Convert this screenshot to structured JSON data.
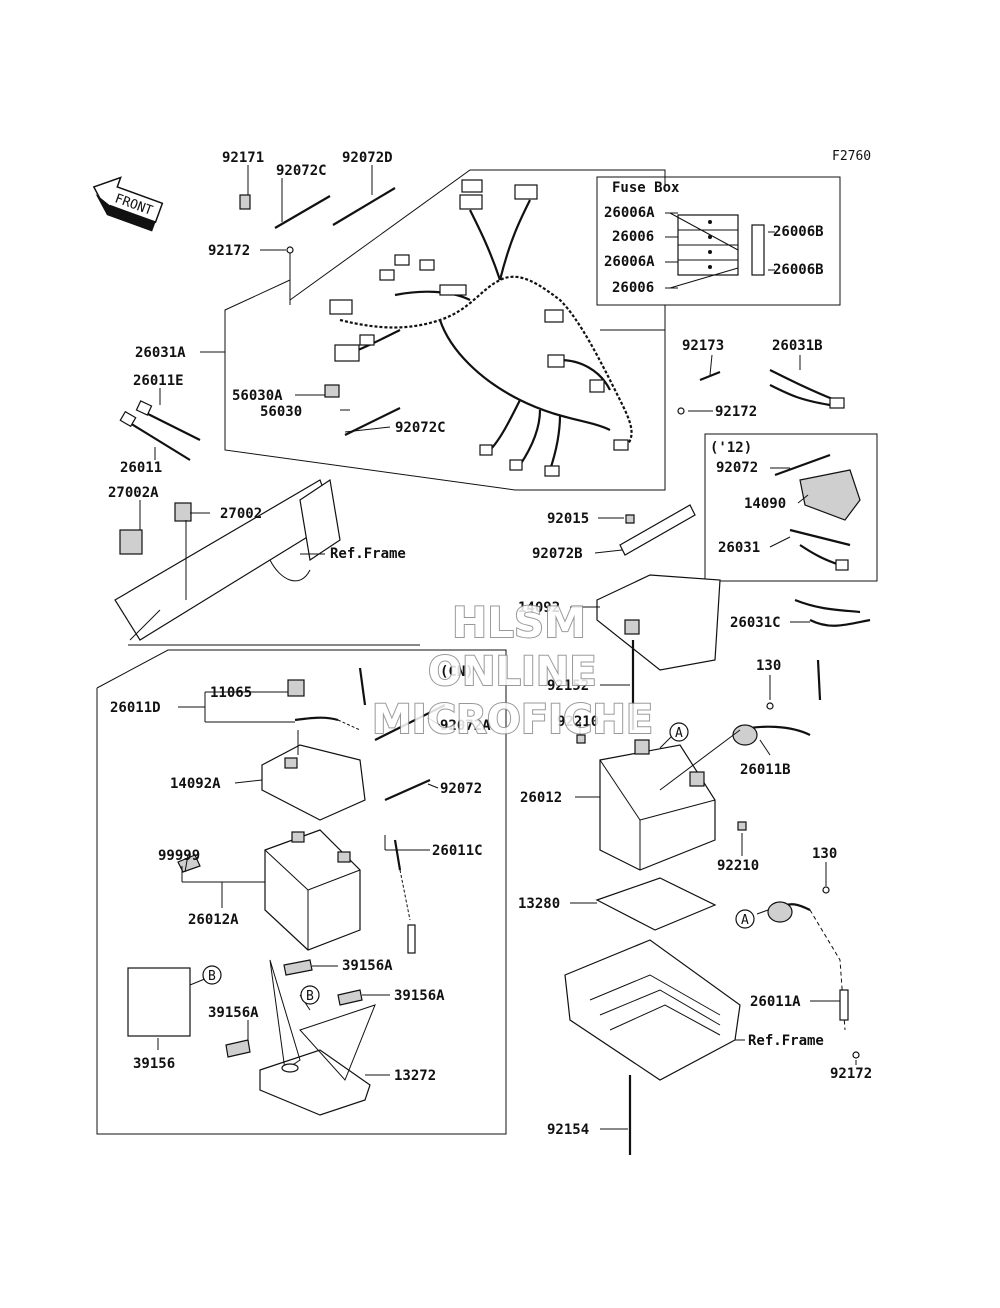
{
  "figure_code": "F2760",
  "direction": "FRONT",
  "fuse_box": {
    "title": "Fuse Box",
    "labels": [
      "26006A",
      "26006",
      "26006A",
      "26006",
      "26006B",
      "26006B"
    ]
  },
  "box_cn": "(CN)",
  "box_12": "('12)",
  "callouts": [
    "A",
    "A",
    "B",
    "B"
  ],
  "watermark": [
    "HLSM",
    "ONLINE",
    "MICROFICHE"
  ],
  "part_labels": [
    "92171",
    "92072C",
    "92072D",
    "92172",
    "26031A",
    "26011E",
    "26011",
    "56030A",
    "56030",
    "92072C",
    "27002A",
    "27002",
    "Ref.Frame",
    "92173",
    "26031B",
    "92172",
    "92072",
    "14090",
    "26031",
    "92015",
    "92072B",
    "14092",
    "26031C",
    "92152",
    "130",
    "92210",
    "26011B",
    "26012",
    "92210",
    "13280",
    "130",
    "26011A",
    "Ref.Frame",
    "92172",
    "92154",
    "26011D",
    "11065",
    "92072A",
    "14092A",
    "92072",
    "99999",
    "26011C",
    "26012A",
    "39156A",
    "39156A",
    "39156A",
    "39156",
    "13272"
  ]
}
